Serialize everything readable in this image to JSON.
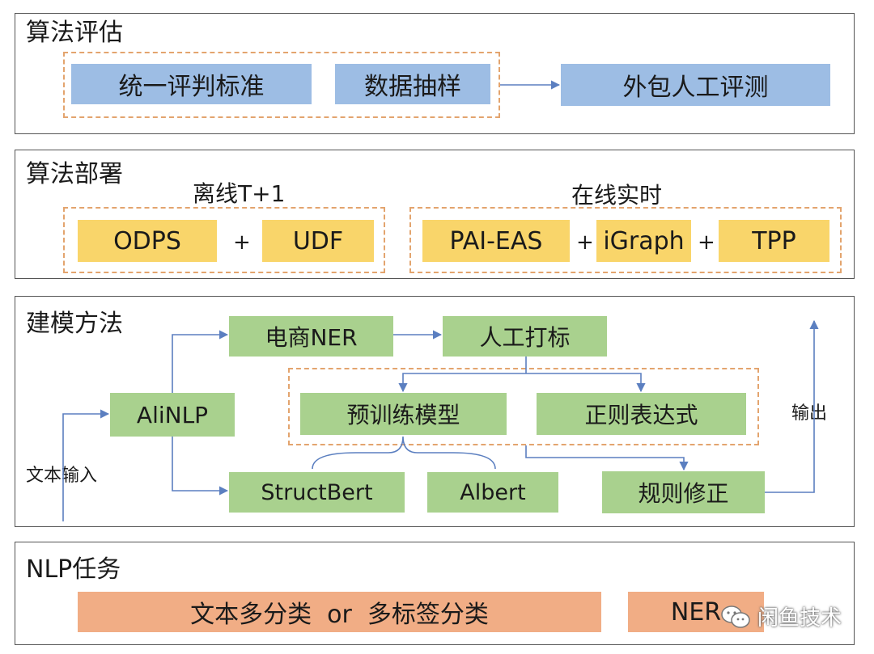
{
  "eval": {
    "title": "算法评估",
    "box1": "统一评判标准",
    "box2": "数据抽样",
    "box3": "外包人工评测"
  },
  "deploy": {
    "title": "算法部署",
    "offline_label": "离线T+1",
    "online_label": "在线实时",
    "odps": "ODPS",
    "udf": "UDF",
    "pai": "PAI-EAS",
    "igraph": "iGraph",
    "tpp": "TPP",
    "plus": "+"
  },
  "model": {
    "title": "建模方法",
    "input_label": "文本输入",
    "alinlp": "AliNLP",
    "ner": "电商NER",
    "manual": "人工打标",
    "pretrain": "预训练模型",
    "regex": "正则表达式",
    "structbert": "StructBert",
    "albert": "Albert",
    "rule_fix": "规则修正",
    "output_label": "输出"
  },
  "nlp": {
    "title": "NLP任务",
    "multiclass": "文本多分类  or  多标签分类",
    "ner": "NER"
  },
  "watermark": {
    "text": "闲鱼技术",
    "icon": "wechat-icon"
  },
  "colors": {
    "blue": "#9dbde4",
    "yellow": "#f9d56a",
    "green": "#a9d18e",
    "orange": "#f1ad85",
    "dash": "#e3a46e",
    "arrow": "#5b7fc0"
  }
}
